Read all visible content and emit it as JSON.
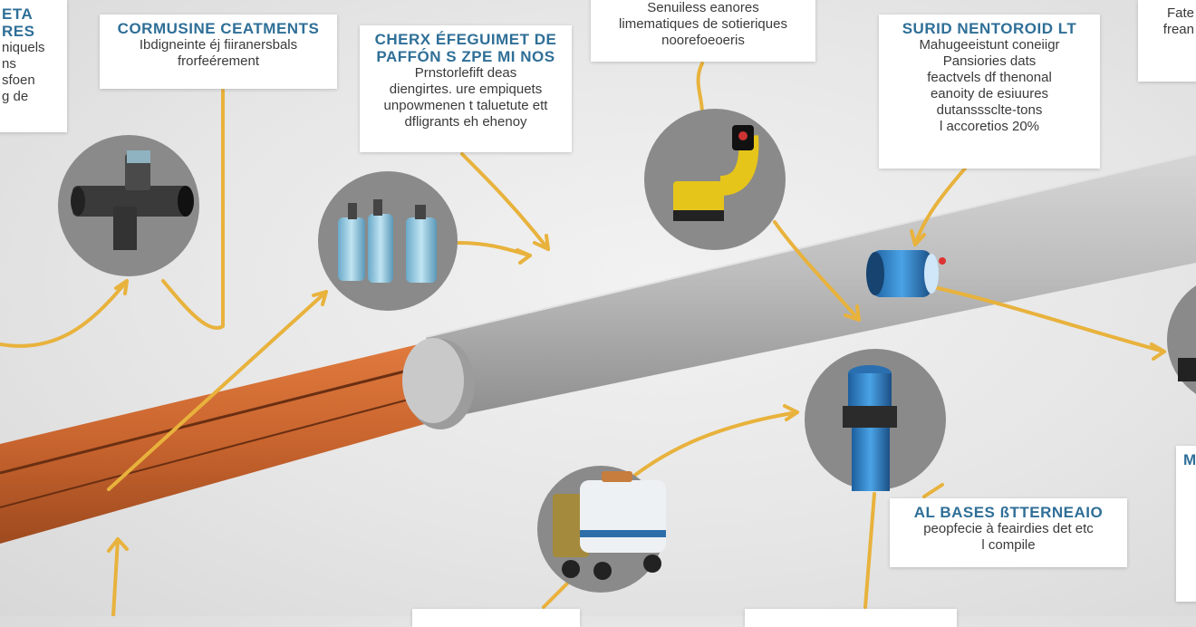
{
  "cards": {
    "top_left_partial": {
      "title": "ETA\nRES",
      "body": "niquels\nns\nsfoen\ng de"
    },
    "corrosion_treatments": {
      "title": "CORMUSINE CEATMENTS",
      "body": "Ibdigneinte éj fiiranersbals\nfrorfeérement"
    },
    "cherx": {
      "title": "CHERX ÉFEGUIMET DE\nPAFFÓN S ZPE MI NOS",
      "body": "Prnstorlefift deas\ndiengirtes. ure empiquets\nunpowmenen t taluetute ett\ndfligrants eh ehenoy"
    },
    "top_center": {
      "title": "",
      "body": "Senuiless eanores\nlimematiques de sotieriques\nnoorefoeoeris"
    },
    "surid": {
      "title": "SURID NENTOROID LT",
      "body": "Mahugeeistunt coneiigr\nPansiories dats\nfeactvels df thenonal\neanoity de esiuures\ndutansssclte-tons\nl accoretios 20%"
    },
    "top_right_partial": {
      "title": "",
      "body": "Fate\nfrean"
    },
    "al_bases": {
      "title": "AL BASES ßTTERNEAIO",
      "body": "peopfecie à feairdies det etc\nl compile"
    },
    "right_edge_partial": {
      "title": "M",
      "body": ""
    }
  },
  "icons": [
    "t-pipe-fitting-icon",
    "filter-cartridges-icon",
    "yellow-pump-icon",
    "blue-coupling-icon",
    "blue-valve-column-icon",
    "service-truck-icon",
    "pipe-component-icon"
  ],
  "colors": {
    "arrow": "#e8b23c",
    "pipe_orange": "#c8642e",
    "pipe_gray": "#b9b9b9",
    "title_blue": "#2f6f97",
    "node_gray": "#8a8a8a"
  }
}
